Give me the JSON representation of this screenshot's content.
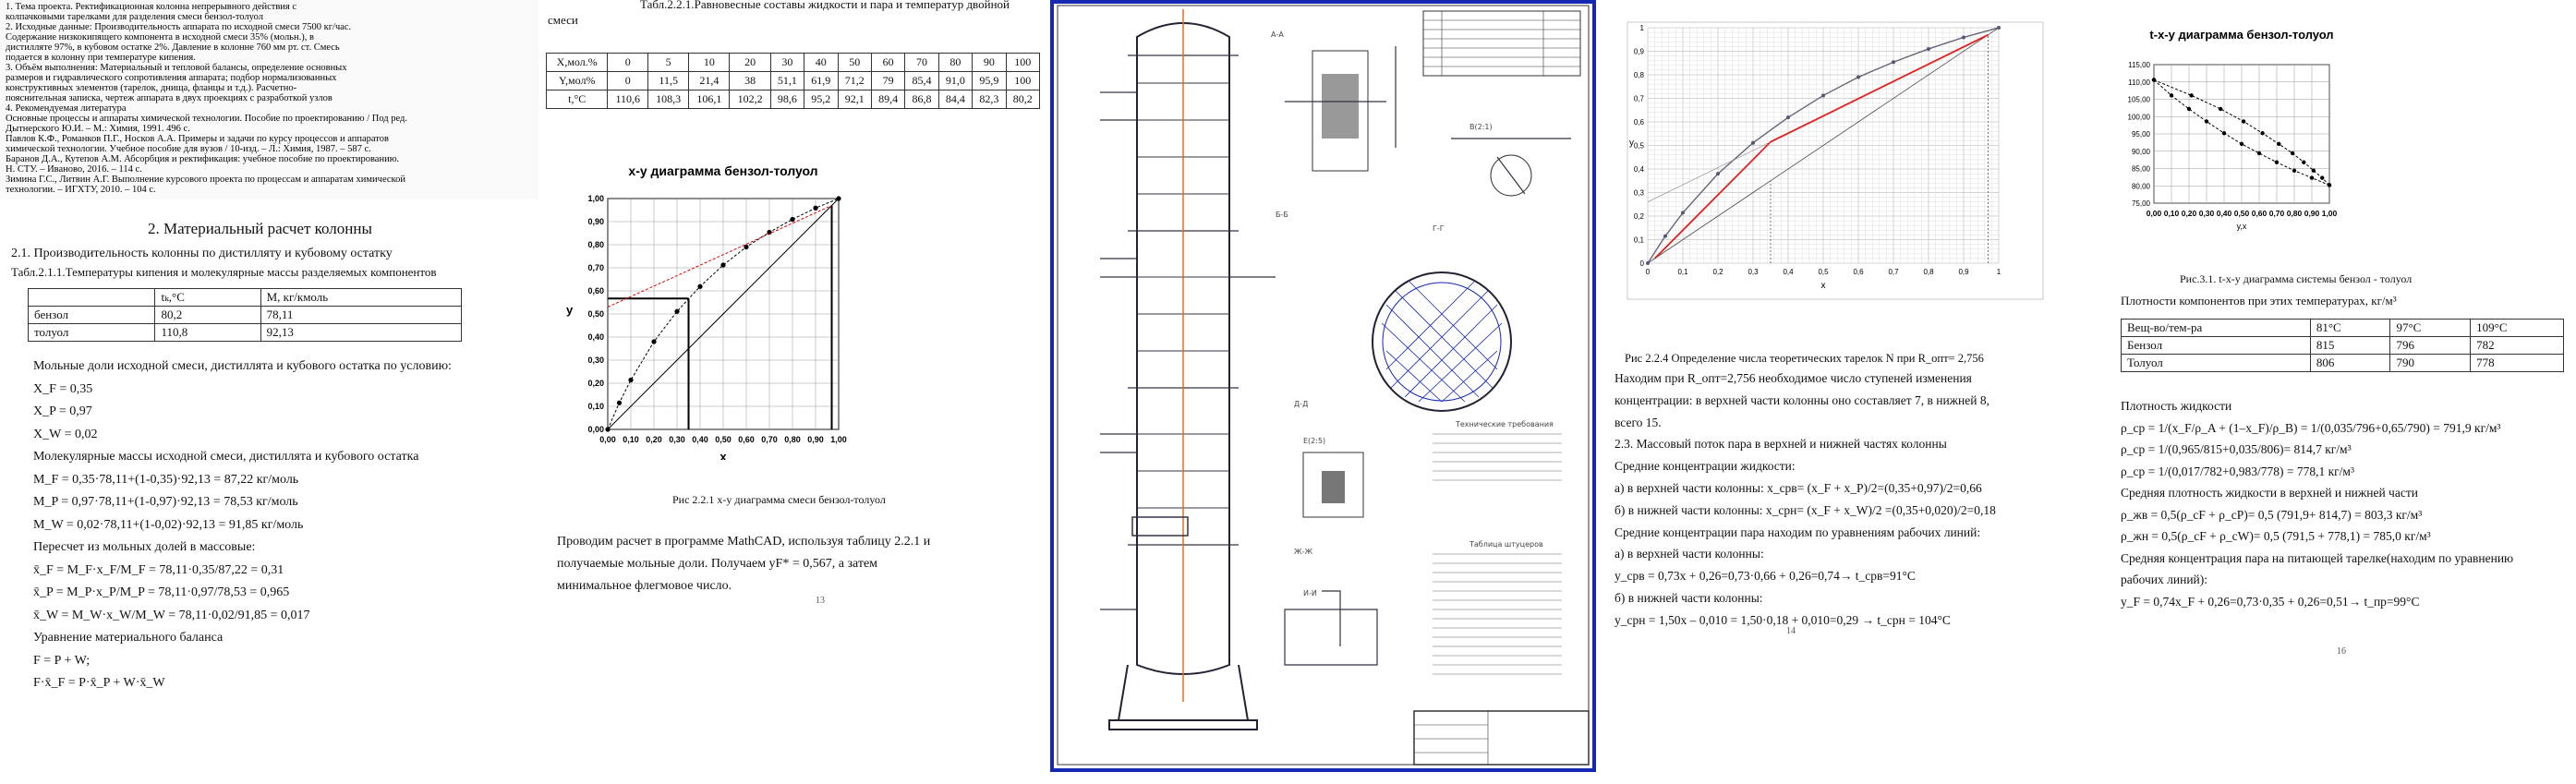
{
  "p1": {
    "scan_lines": [
      "1. Тема проекта. Ректификационная колонна непрерывного действия с",
      "колпачковыми тарелками для разделения смеси бензол-толуол",
      "2. Исходные данные: Производительность аппарата по исходной смеси 7500 кг/час.",
      "Содержание низкокипящего компонента в исходной смеси 35% (мольн.), в",
      "дистилляте 97%, в кубовом остатке 2%. Давление в колонне 760 мм рт. ст. Смесь",
      "подается в колонну при температуре кипения.",
      "3. Объём выполнения: Материальный и тепловой балансы, определение основных",
      "размеров и гидравлического сопротивления аппарата; подбор нормализованных",
      "конструктивных элементов (тарелок, днища, фланцы и т.д.). Расчетно-",
      "пояснительная записка, чертеж аппарата в двух проекциях с разработкой узлов",
      "4. Рекомендуемая литература",
      "Основные процессы и аппараты химической технологии. Пособие по проектированию / Под ред.",
      "Дытнерского Ю.И. – М.: Химия, 1991. 496 с.",
      "Павлов К.Ф., Романков П.Г., Носков А.А. Примеры и задачи по курсу процессов и аппаратов",
      "химической технологии. Учебное пособие для вузов / 10-изд. – Л.: Химия, 1987. – 587 с.",
      "Баранов Д.А., Кутепов А.М. Абсорбция и ректификация: учебное пособие по проектированию.",
      "Н. СТУ. – Иваново, 2016. – 114 с.",
      "Зимина Г.С., Литвин А.Г. Выполнение курсового проекта по процессам и аппаратам химической",
      "технологии. – ИГХТУ, 2010. – 104 с."
    ],
    "heading": "2. Материальный расчет колонны",
    "sub": "2.1. Производительность колонны по дистилляту и кубовому остатку",
    "table_caption": "Табл.2.1.1.Температуры кипения и молекулярные массы разделяемых компонентов",
    "table_head": [
      "",
      "tₖ,°С",
      "М, кг/кмоль"
    ],
    "table_rows": [
      [
        "бензол",
        "80,2",
        "78,11"
      ],
      [
        "толуол",
        "110,8",
        "92,13"
      ]
    ],
    "lines": [
      "Мольные доли исходной смеси, дистиллята и кубового остатка по условию:",
      "X_F = 0,35",
      "X_P = 0,97",
      "X_W = 0,02",
      "Молекулярные массы исходной смеси, дистиллята и кубового остатка",
      "M_F = 0,35·78,11+(1-0,35)·92,13 = 87,22 кг/моль",
      "M_P = 0,97·78,11+(1-0,97)·92,13 = 78,53 кг/моль",
      "M_W = 0,02·78,11+(1-0,02)·92,13 = 91,85 кг/моль",
      "Пересчет из мольных долей в массовые:",
      "x̄_F = M_F·x_F/M_F = 78,11·0,35/87,22 = 0,31",
      "x̄_P = M_P·x_P/M_P = 78,11·0,97/78,53 = 0,965",
      "x̄_W = M_W·x_W/M_W = 78,11·0,02/91,85 = 0,017",
      "Уравнение материального баланса",
      "F = P + W;",
      "F·x̄_F = P·x̄_P + W·x̄_W"
    ]
  },
  "p2": {
    "top_caption": "Табл.2.2.1.Равновесные составы жидкости и пара и температур двойной смеси",
    "eq_table": {
      "rows": [
        [
          "Х,мол.%",
          "0",
          "5",
          "10",
          "20",
          "30",
          "40",
          "50",
          "60",
          "70",
          "80",
          "90",
          "100"
        ],
        [
          "Y,мол%",
          "0",
          "11,5",
          "21,4",
          "38",
          "51,1",
          "61,9",
          "71,2",
          "79",
          "85,4",
          "91,0",
          "95,9",
          "100"
        ],
        [
          "t,°С",
          "110,6",
          "108,3",
          "106,1",
          "102,2",
          "98,6",
          "95,2",
          "92,1",
          "89,4",
          "86,8",
          "84,4",
          "82,3",
          "80,2"
        ]
      ]
    },
    "chart_title": "x-y диаграмма бензол-толуол",
    "xlabel": "x",
    "ylabel": "у",
    "caption": "Рис 2.2.1 x-y диаграмма смеси бензол-толуол",
    "para": [
      "Проводим расчет в программе MathCAD, используя таблицу 2.2.1 и",
      "получаемые мольные доли. Получаем уF* = 0,567, а затем",
      "минимальное флегмовое число."
    ],
    "page": "13"
  },
  "p3": {
    "labels": [
      "А-А",
      "Б-Б",
      "В(2:1)",
      "Г-Г",
      "Д-Д",
      "Е(2:5)",
      "Ж-Ж",
      "И-И",
      "Технические требования",
      "Таблица штуцеров"
    ]
  },
  "p4": {
    "xlabel": "x",
    "ylabel": "y",
    "caption": "Рис 2.2.4 Определение числа теоретических тарелок N при R_опт= 2,756",
    "lines": [
      "Находим при R_опт=2,756 необходимое число ступеней изменения",
      "концентрации: в верхней части колонны оно составляет 7, в нижней 8,",
      "всего 15.",
      "2.3. Массовый поток пара в верхней и нижней частях колонны",
      "Средние концентрации жидкости:",
      "а) в верхней части колонны: x_срв= (x_F + x_P)/2=(0,35+0,97)/2=0,66",
      "б) в нижней части колонны: x_срн= (x_F + x_W)/2 =(0,35+0,020)/2=0,18",
      "Средние концентрации пара находим по уравнениям рабочих линий:",
      "а) в верхней части колонны:",
      "y_срв = 0,73x + 0,26=0,73·0,66 + 0,26=0,74→ t_срв=91°С",
      "б) в нижней части колонны:",
      "y_срн = 1,50x – 0,010 = 1,50·0,18 + 0,010=0,29 → t_срн = 104°С"
    ],
    "page": "14"
  },
  "p5": {
    "chart_title": "t-x-y диаграмма бензол-толуол",
    "xlabel": "y,x",
    "caption": "Рис.3.1. t-x-y диаграмма системы бензол - толуол",
    "dens_title": "Плотности компонентов при этих температурах, кг/м³",
    "dens_head": [
      "Вещ-во/тем-ра",
      "81°С",
      "97°С",
      "109°С"
    ],
    "dens_rows": [
      [
        "Бензол",
        "815",
        "796",
        "782"
      ],
      [
        "Толуол",
        "806",
        "790",
        "778"
      ]
    ],
    "lines": [
      "Плотность жидкости",
      "ρ_cp = 1/(x_F/ρ_A + (1–x_F)/ρ_B) = 1/(0,035/796+0,65/790) = 791,9 кг/м³",
      "ρ_cp = 1/(0,965/815+0,035/806)= 814,7 кг/м³",
      "ρ_cp = 1/(0,017/782+0,983/778) = 778,1 кг/м³",
      "Средняя плотность жидкости в верхней и нижней части",
      "ρ_жв = 0,5(ρ_сF + ρ_сР)= 0,5 (791,9+ 814,7) = 803,3 кг/м³",
      "ρ_жн = 0,5(ρ_сF + ρ_сW)= 0,5 (791,5 + 778,1) = 785,0 кг/м³",
      "Средняя концентрация пара на питающей тарелке(находим по уравнению",
      "рабочих линий):",
      "y_F = 0,74x_F + 0,26=0,73·0,35 + 0,26=0,51→ t_пр=99°С"
    ],
    "page": "16"
  },
  "chart_data": [
    {
      "type": "line",
      "title": "x-y диаграмма бензол-толуол",
      "xlabel": "x",
      "ylabel": "у",
      "xlim": [
        0,
        1
      ],
      "ylim": [
        0,
        1
      ],
      "ticks": [
        "0,00",
        "0,10",
        "0,20",
        "0,30",
        "0,40",
        "0,50",
        "0,60",
        "0,70",
        "0,80",
        "0,90",
        "1,00"
      ],
      "x": [
        0,
        0.05,
        0.1,
        0.2,
        0.3,
        0.4,
        0.5,
        0.6,
        0.7,
        0.8,
        0.9,
        1.0
      ],
      "series": [
        {
          "values": [
            0,
            0.115,
            0.214,
            0.38,
            0.511,
            0.619,
            0.712,
            0.79,
            0.854,
            0.91,
            0.959,
            1.0
          ]
        }
      ]
    },
    {
      "type": "line",
      "xlabel": "x",
      "ylabel": "y",
      "xlim": [
        0,
        1
      ],
      "ylim": [
        0,
        1
      ],
      "ticks": [
        "0",
        "0,1",
        "0,2",
        "0,3",
        "0,4",
        "0,5",
        "0,6",
        "0,7",
        "0,8",
        "0,9",
        "1"
      ],
      "x": [
        0,
        0.05,
        0.1,
        0.2,
        0.3,
        0.4,
        0.5,
        0.6,
        0.7,
        0.8,
        0.9,
        1.0
      ],
      "series": [
        {
          "values": [
            0,
            0.115,
            0.214,
            0.38,
            0.511,
            0.619,
            0.712,
            0.79,
            0.854,
            0.91,
            0.959,
            1.0
          ]
        }
      ]
    },
    {
      "type": "line",
      "title": "t-x-y диаграмма бензол-толуол",
      "xlabel": "y,x",
      "xlim": [
        0,
        1
      ],
      "ylim": [
        75,
        115
      ],
      "xticks": [
        "0,00",
        "0,10",
        "0,20",
        "0,30",
        "0,40",
        "0,50",
        "0,60",
        "0,70",
        "0,80",
        "0,90",
        "1,00"
      ],
      "yticks": [
        "75,00",
        "80,00",
        "85,00",
        "90,00",
        "95,00",
        "100,00",
        "105,00",
        "110,00",
        "115,00"
      ],
      "x": [
        0,
        0.1,
        0.2,
        0.3,
        0.4,
        0.5,
        0.6,
        0.7,
        0.8,
        0.9,
        1.0
      ],
      "t": [
        110.6,
        106.1,
        102.2,
        98.6,
        95.2,
        92.1,
        89.4,
        86.8,
        84.4,
        82.3,
        80.2
      ],
      "y": [
        0,
        0.214,
        0.38,
        0.511,
        0.619,
        0.712,
        0.79,
        0.854,
        0.91,
        0.959,
        1.0
      ]
    }
  ]
}
